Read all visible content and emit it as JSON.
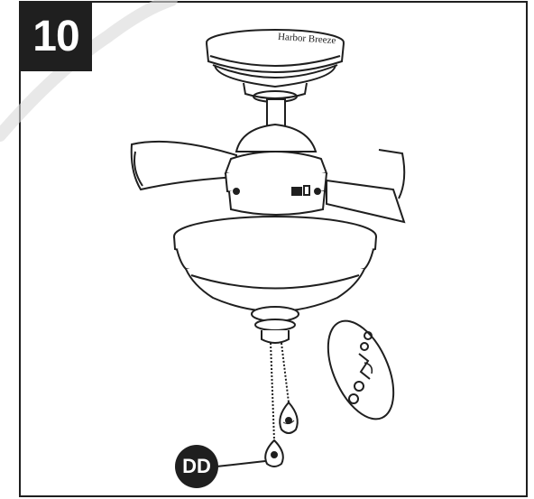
{
  "step": {
    "number": "10"
  },
  "canopy": {
    "brand_text": "Harbor Breeze"
  },
  "callout": {
    "part_id": "DD"
  },
  "icons": {
    "fan": "ceiling-fan-illustration",
    "chain": "pull-chain-detail-icon"
  },
  "colors": {
    "line": "#1f1f1f",
    "badge": "#1f1f1f",
    "background": "#ffffff",
    "watermark": "#d8d8d8"
  }
}
